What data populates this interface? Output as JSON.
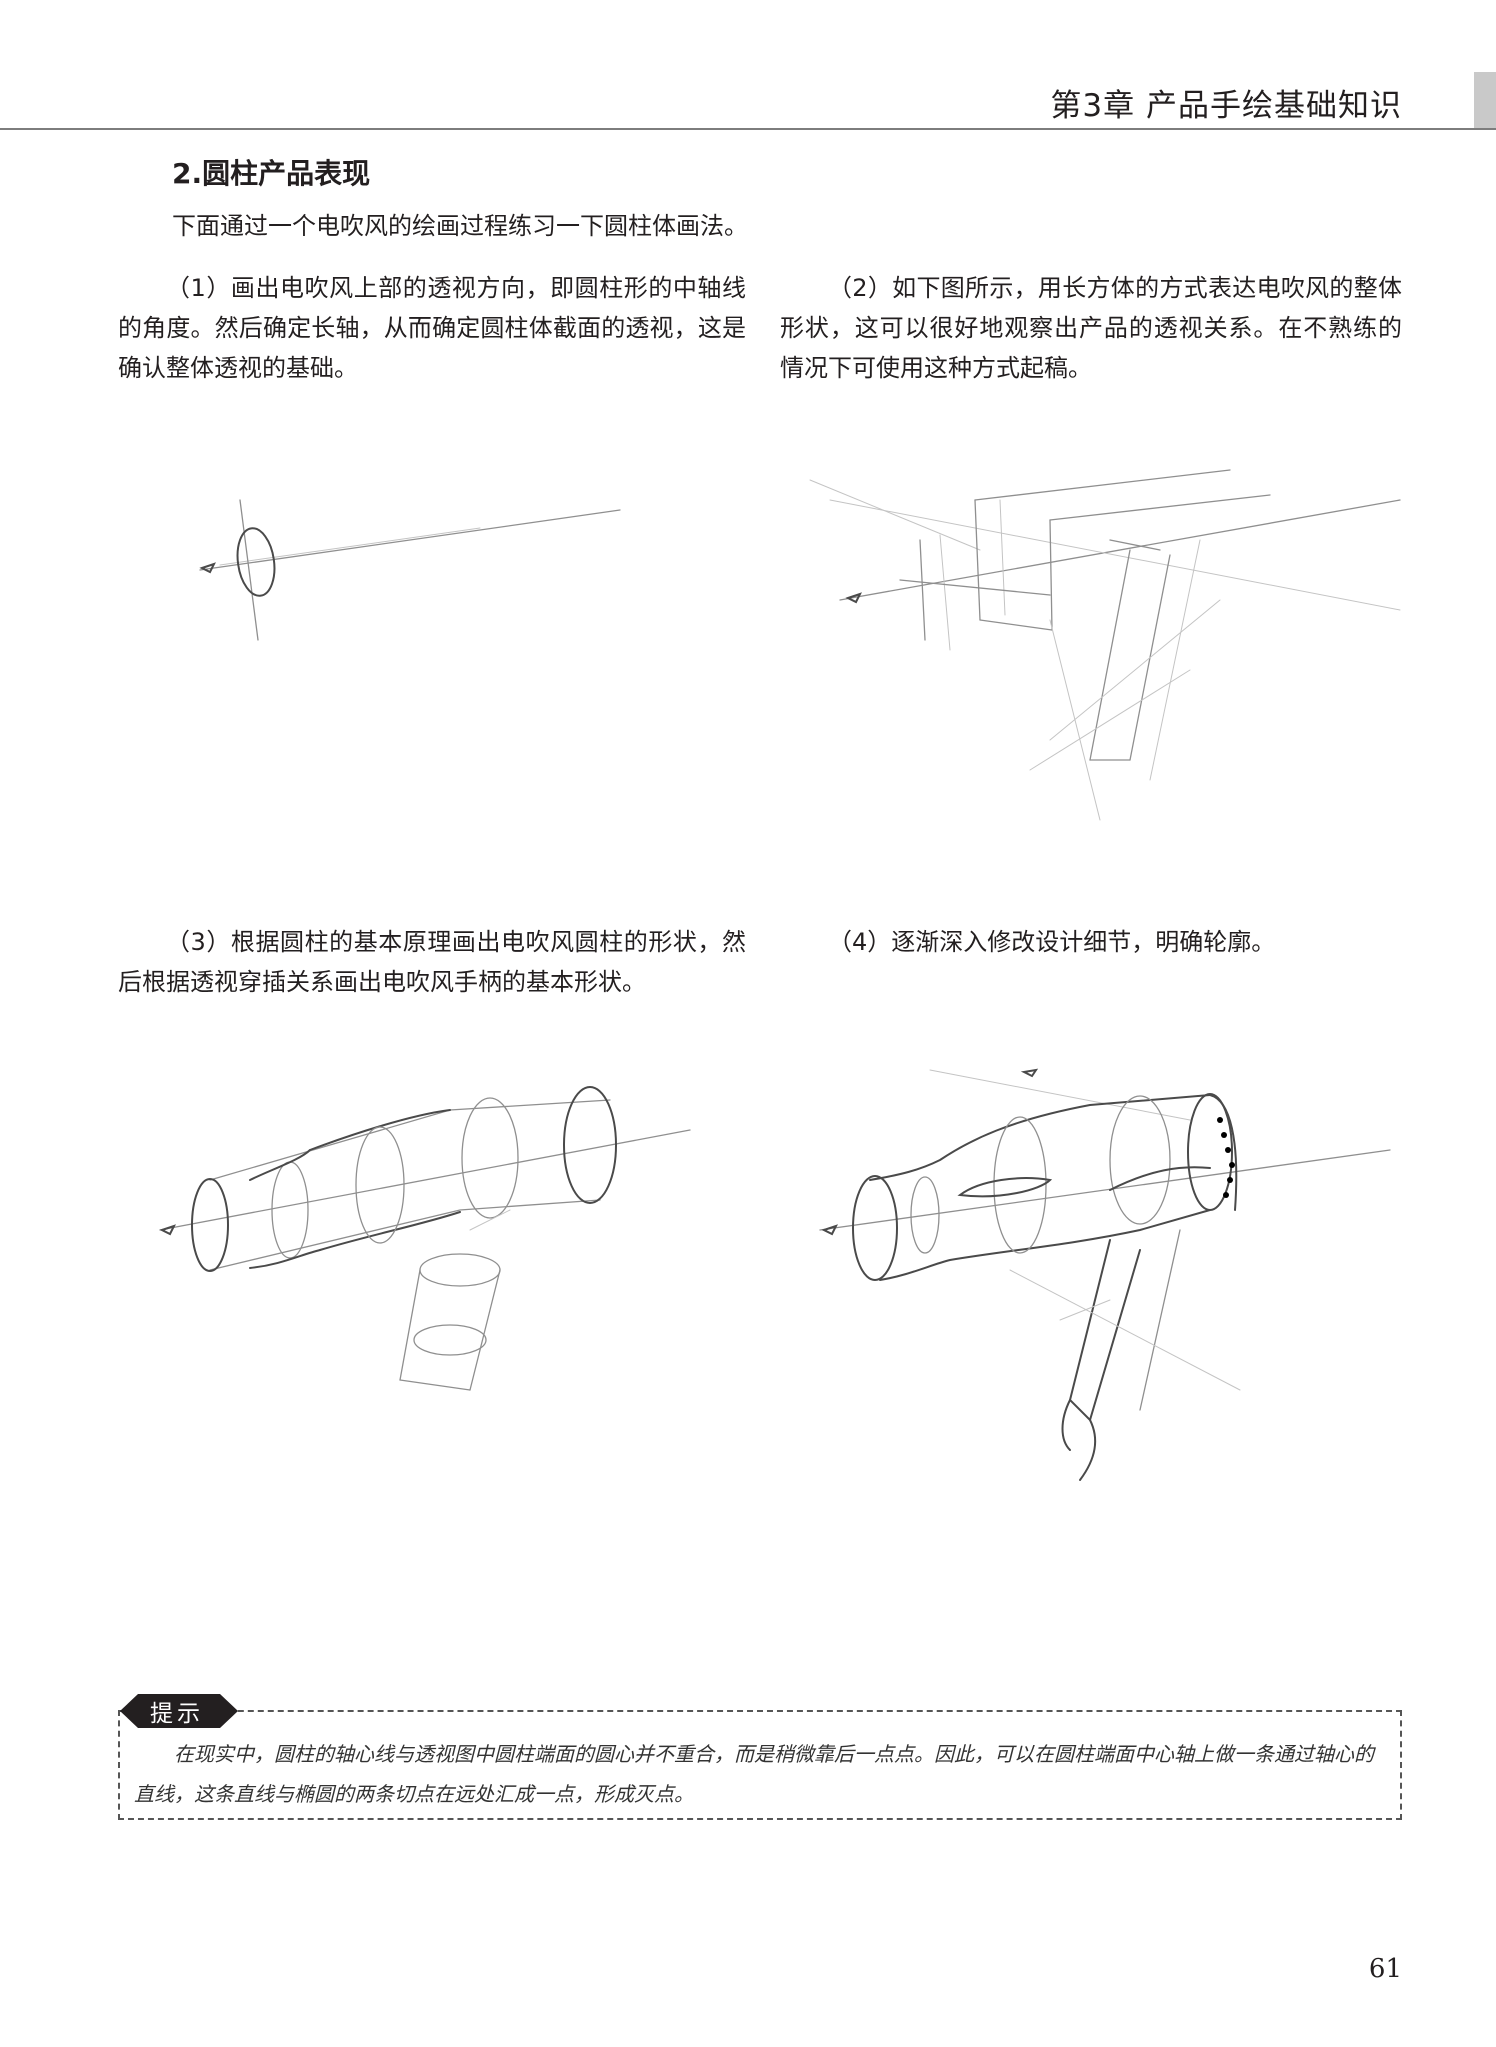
{
  "header": {
    "chapter_title": "第3章  产品手绘基础知识"
  },
  "section": {
    "title": "2.圆柱产品表现",
    "intro": "下面通过一个电吹风的绘画过程练习一下圆柱体画法。"
  },
  "steps": [
    {
      "text": "（1）画出电吹风上部的透视方向，即圆柱形的中轴线的角度。然后确定长轴，从而确定圆柱体截面的透视，这是确认整体透视的基础。"
    },
    {
      "text": "（2）如下图所示，用长方体的方式表达电吹风的整体形状，这可以很好地观察出产品的透视关系。在不熟练的情况下可使用这种方式起稿。"
    },
    {
      "text": "（3）根据圆柱的基本原理画出电吹风圆柱的形状，然后根据透视穿插关系画出电吹风手柄的基本形状。"
    },
    {
      "text": "（4）逐渐深入修改设计细节，明确轮廓。"
    }
  ],
  "tip": {
    "label": "提示",
    "text": "在现实中，圆柱的轴心线与透视图中圆柱端面的圆心并不重合，而是稍微靠后一点点。因此，可以在圆柱端面中心轴上做一条通过轴心的直线，这条直线与椭圆的两条切点在远处汇成一点，形成灭点。"
  },
  "footer": {
    "page_number": "61"
  },
  "colors": {
    "text": "#231f20",
    "rule": "#7d7d7d",
    "badge": "#231f20"
  }
}
